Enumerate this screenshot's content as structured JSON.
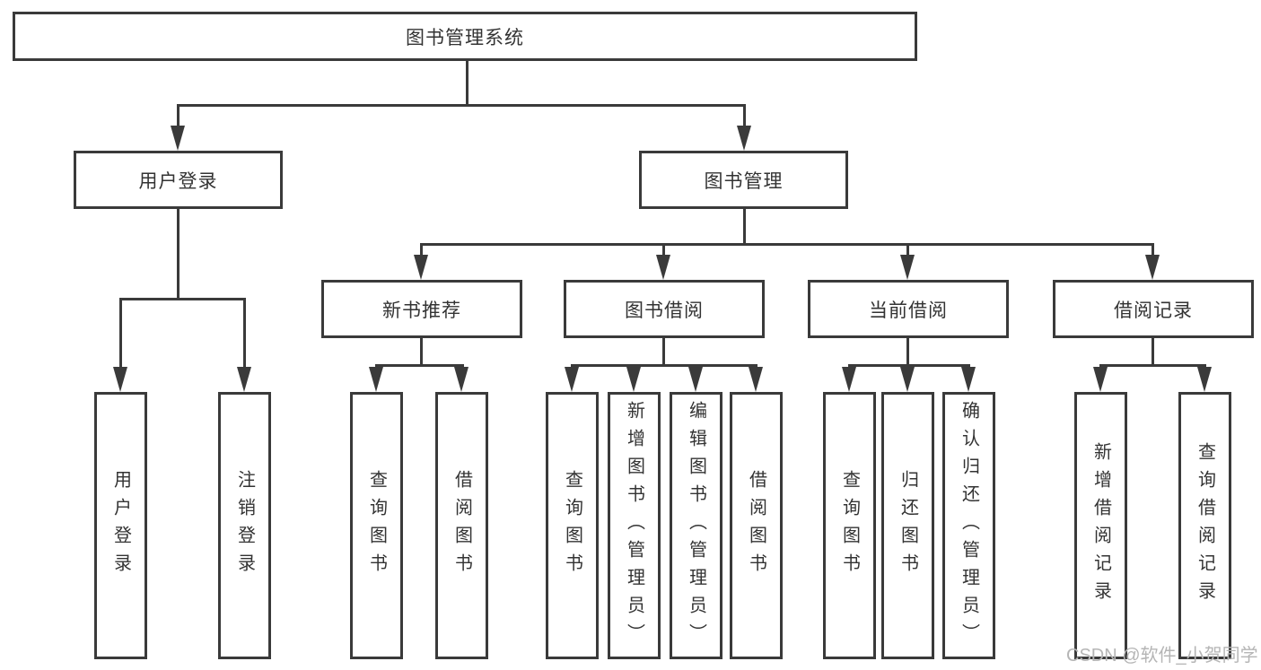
{
  "diagram_title": "图书管理系统",
  "tree": {
    "root": {
      "label": "图书管理系统",
      "children": [
        {
          "label": "用户登录",
          "children": [
            {
              "label": "用户登录"
            },
            {
              "label": "注销登录"
            }
          ]
        },
        {
          "label": "图书管理",
          "children": [
            {
              "label": "新书推荐",
              "children": [
                {
                  "label": "查询图书"
                },
                {
                  "label": "借阅图书"
                }
              ]
            },
            {
              "label": "图书借阅",
              "children": [
                {
                  "label": "查询图书"
                },
                {
                  "label": "新增图书（管理员）"
                },
                {
                  "label": "编辑图书（管理员）"
                },
                {
                  "label": "借阅图书"
                }
              ]
            },
            {
              "label": "当前借阅",
              "children": [
                {
                  "label": "查询图书"
                },
                {
                  "label": "归还图书"
                },
                {
                  "label": "确认归还（管理员）"
                }
              ]
            },
            {
              "label": "借阅记录",
              "children": [
                {
                  "label": "新增借阅记录"
                },
                {
                  "label": "查询借阅记录"
                }
              ]
            }
          ]
        }
      ]
    }
  },
  "watermark": "CSDN @软件_小贺同学",
  "colors": {
    "line": "#3a3a3a",
    "text": "#333333",
    "watermark": "#b5b5b5",
    "background": "#ffffff"
  }
}
